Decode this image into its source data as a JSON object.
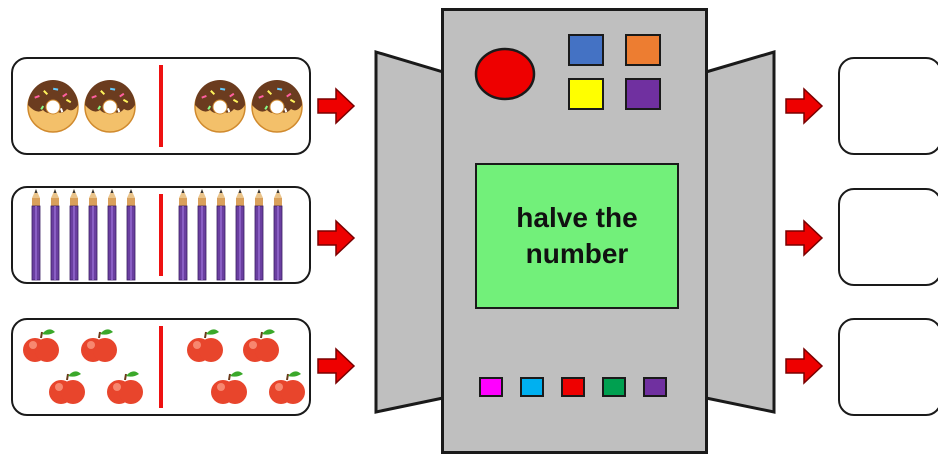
{
  "machine": {
    "instruction": "halve the number",
    "big_button_color": "#ee0000",
    "top_buttons": [
      "#4472c4",
      "#ed7d31",
      "#ffff00",
      "#7030a0"
    ],
    "bottom_buttons": [
      "#ff00ff",
      "#00b0f0",
      "#ee0000",
      "#00a050",
      "#7030a0"
    ]
  },
  "inputs": [
    {
      "item": "donut-icon",
      "left_count": 2,
      "right_count": 2
    },
    {
      "item": "pencil-icon",
      "left_count": 6,
      "right_count": 6
    },
    {
      "item": "apple-icon",
      "left_count": 4,
      "right_count": 4
    }
  ],
  "outputs": [
    "",
    "",
    ""
  ],
  "colors": {
    "arrow": "#ee0000",
    "divider": "#ee1111",
    "screen": "#72f07a",
    "machine": "#bfbfbf"
  }
}
